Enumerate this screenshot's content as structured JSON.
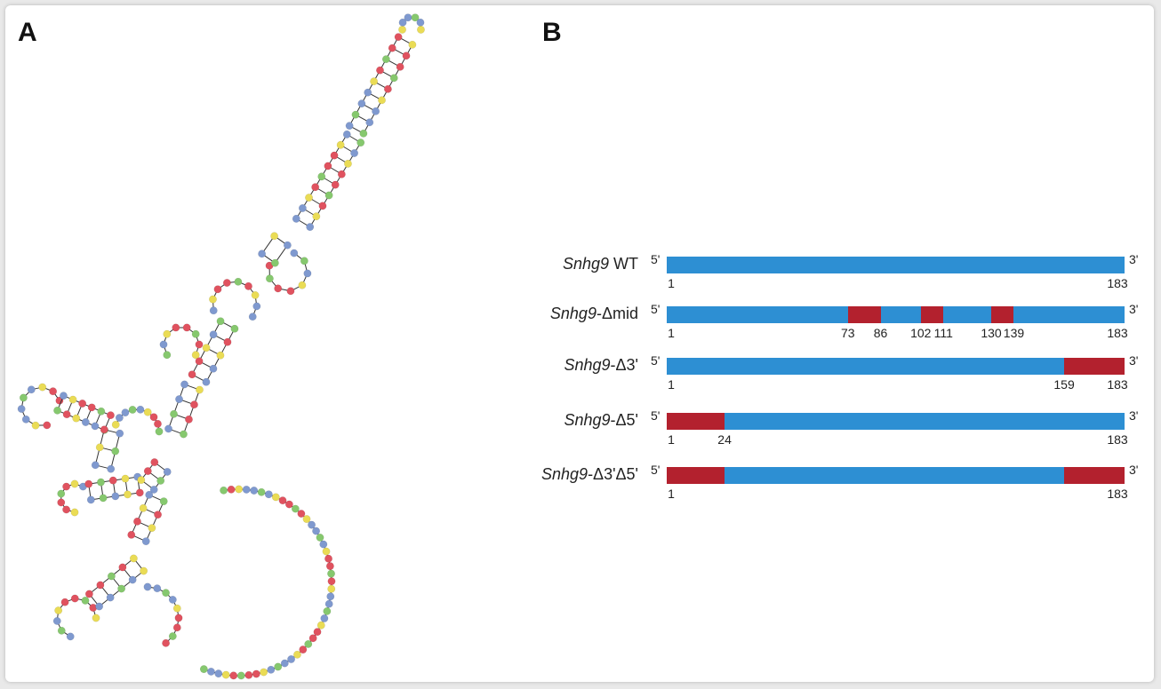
{
  "panels": {
    "a_label": "A",
    "b_label": "B"
  },
  "colors": {
    "bar_blue": "#2d8fd3",
    "deletion_red": "#b3212e",
    "nt_red": "#e0525f",
    "nt_green": "#86c86e",
    "nt_blue": "#7f99cf",
    "nt_yellow": "#eadc55"
  },
  "constructs": [
    {
      "gene": "Snhg9",
      "suffix": " WT",
      "five_prime": "5'",
      "three_prime": "3'",
      "deletions": [],
      "ticks": [
        {
          "label": "1",
          "at": 1
        },
        {
          "label": "183",
          "at": 183
        }
      ]
    },
    {
      "gene": "Snhg9",
      "suffix": "-Δmid",
      "five_prime": "5'",
      "three_prime": "3'",
      "deletions": [
        [
          73,
          86
        ],
        [
          102,
          111
        ],
        [
          130,
          139
        ]
      ],
      "ticks": [
        {
          "label": "1",
          "at": 1
        },
        {
          "label": "73",
          "at": 73
        },
        {
          "label": "86",
          "at": 86
        },
        {
          "label": "102",
          "at": 102
        },
        {
          "label": "111",
          "at": 111
        },
        {
          "label": "130",
          "at": 130
        },
        {
          "label": "139",
          "at": 139
        },
        {
          "label": "183",
          "at": 183
        }
      ]
    },
    {
      "gene": "Snhg9",
      "suffix": "-Δ3'",
      "five_prime": "5'",
      "three_prime": "3'",
      "deletions": [
        [
          159,
          183
        ]
      ],
      "ticks": [
        {
          "label": "1",
          "at": 1
        },
        {
          "label": "159",
          "at": 159
        },
        {
          "label": "183",
          "at": 183
        }
      ]
    },
    {
      "gene": "Snhg9",
      "suffix": "-Δ5'",
      "five_prime": "5'",
      "three_prime": "3'",
      "deletions": [
        [
          1,
          24
        ]
      ],
      "ticks": [
        {
          "label": "1",
          "at": 1
        },
        {
          "label": "24",
          "at": 24
        },
        {
          "label": "183",
          "at": 183
        }
      ]
    },
    {
      "gene": "Snhg9",
      "suffix": "-Δ3'Δ5'",
      "five_prime": "5'",
      "three_prime": "3'",
      "deletions": [
        [
          1,
          24
        ],
        [
          159,
          183
        ]
      ],
      "ticks": [
        {
          "label": "1",
          "at": 1
        },
        {
          "label": "183",
          "at": 183
        }
      ]
    }
  ]
}
